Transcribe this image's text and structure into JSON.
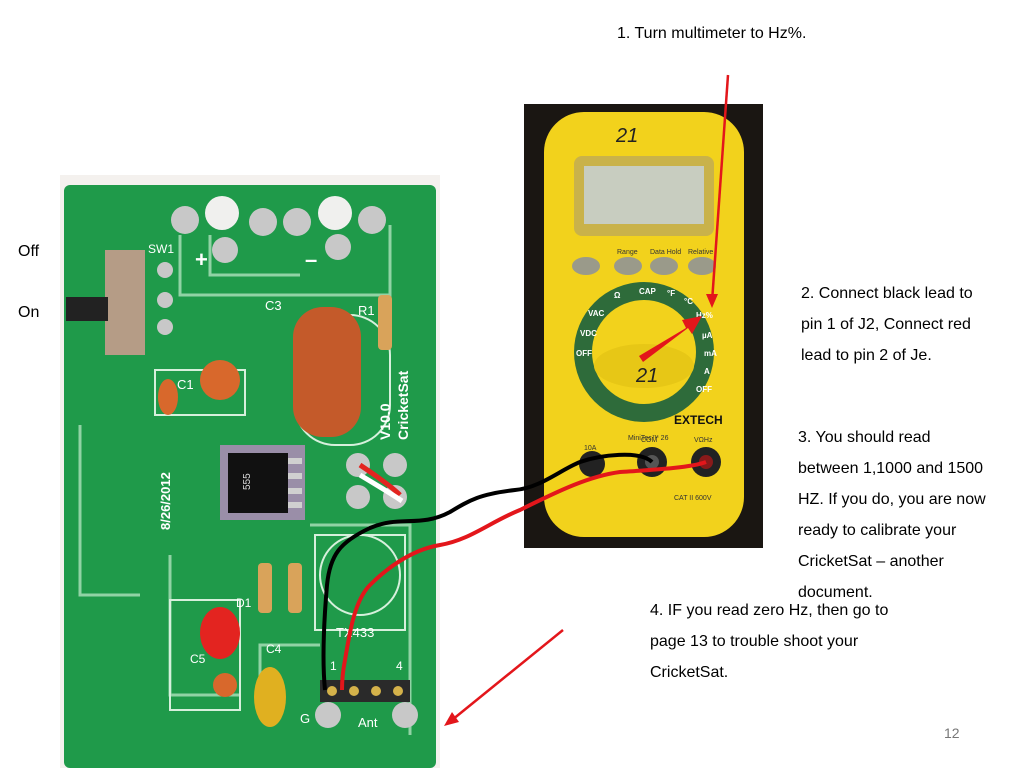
{
  "slide": {
    "step1": "1. Turn multimeter to Hz%.",
    "step2_lines": [
      "2. Connect black lead to",
      "pin 1 of J2, Connect red",
      "lead to pin 2 of Je."
    ],
    "step3_lines": [
      "3. You should read",
      "between 1,1000 and 1500",
      "HZ.  If you do, you are now",
      "ready to calibrate your",
      "CricketSat – another",
      "document."
    ],
    "step4_lines": [
      "4. IF you read zero Hz, then go to",
      "page 13 to trouble shoot your",
      "CricketSat."
    ],
    "switch_off": "Off",
    "switch_on": "On",
    "page_number": "12"
  },
  "board": {
    "silkscreen_sw": "SW1",
    "silkscreen_c3": "C3",
    "silkscreen_r1": "R1",
    "silkscreen_c1": "C1",
    "silkscreen_d1": "D1",
    "silkscreen_c5": "C5",
    "silkscreen_c4": "C4",
    "silkscreen_tx": "TX433",
    "silkscreen_ver": "V10.0",
    "silkscreen_name": "CricketSat",
    "silkscreen_date": "8/26/2012",
    "silkscreen_g": "G",
    "silkscreen_ant": "Ant",
    "silkscreen_pin1": "1",
    "silkscreen_pin4": "4",
    "plus": "+",
    "minus": "–",
    "chip_text": "555"
  },
  "meter": {
    "handwritten_top": "21",
    "handwritten_dial": "21",
    "brand": "EXTECH",
    "model": "MiniTec™ 26",
    "btn_range": "Range",
    "btn_hold": "Data Hold",
    "btn_rel": "Relative",
    "dial_cap": "CAP",
    "dial_vac": "VAC",
    "dial_vdc": "VDC",
    "dial_off_left": "OFF",
    "dial_off_right": "OFF",
    "dial_ua": "µA",
    "dial_ma": "mA",
    "dial_a": "A",
    "dial_f": "°F",
    "dial_c": "°C",
    "dial_hz": "Hz%",
    "dial_ohm": "Ω",
    "jack_10a": "10A",
    "jack_com": "COM",
    "jack_v": "VΩHz",
    "cat": "CAT II 600V"
  },
  "colors": {
    "board_green": "#1f9a4a",
    "meter_yellow": "#f2d21c",
    "arrow_red": "#e3161b",
    "lead_black": "#000000",
    "lead_red": "#e3161b"
  }
}
